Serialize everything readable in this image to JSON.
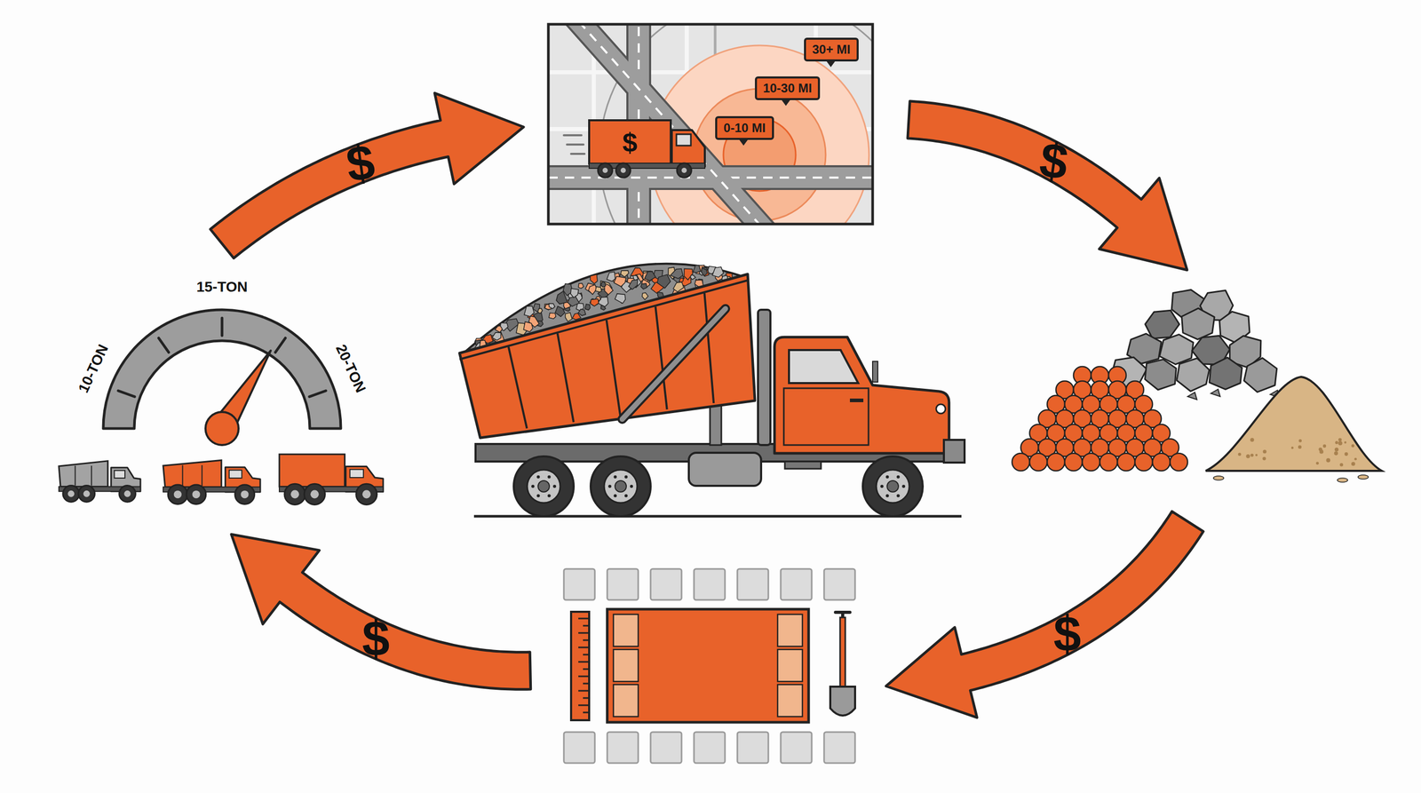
{
  "diagram": {
    "nodes": [
      {
        "text": [
          "30+ MI"
        ]
      },
      {
        "text": [
          "10-30 MI"
        ]
      },
      {
        "text": [
          "0-10 MI"
        ]
      }
    ],
    "labels": [
      "$",
      "$",
      "$",
      "$",
      "$",
      "10-TON",
      "15-TON",
      "20-TON"
    ]
  }
}
